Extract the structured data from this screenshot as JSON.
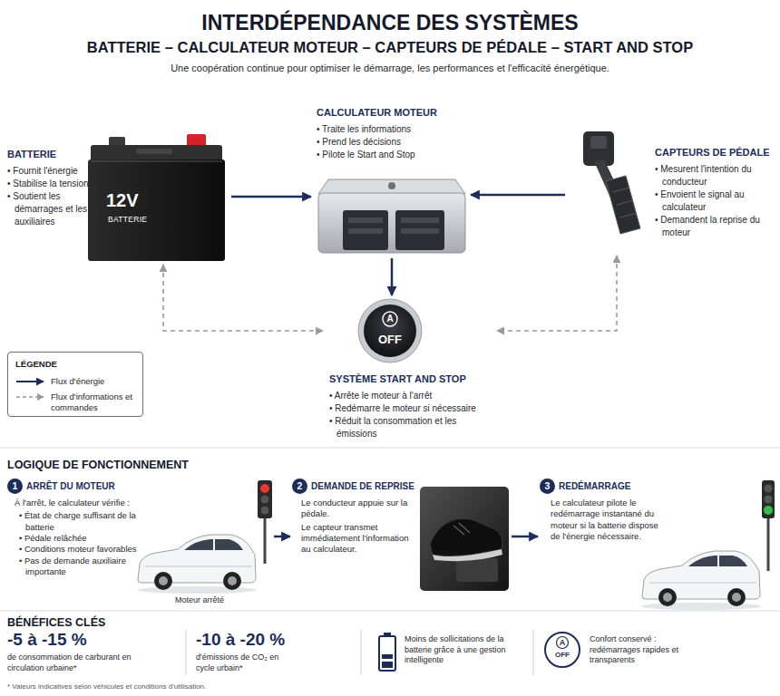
{
  "diagram": {
    "title": "INTERDÉPENDANCE DES SYSTÈMES",
    "nodes": [
      {
        "text": [
          "BATTERIE",
          "• Fournit l'énergie",
          "• Stabilise la tension",
          "• Soutient les démarrages et les auxiliaires"
        ]
      },
      {
        "text": [
          "CALCULATEUR MOTEUR",
          "• Traite les informations",
          "• Prend les décisions",
          "• Pilote le Start and Stop"
        ]
      },
      {
        "text": [
          "CAPTEURS DE PÉDALE",
          "• Mesurent l'intention du conducteur",
          "• Envoient le signal au calculateur",
          "• Demandent la reprise du moteur"
        ]
      },
      {
        "text": [
          "SYSTÈME START AND STOP",
          "• Arrête le moteur à l'arrêt",
          "• Redémarre le moteur si nécessaire",
          "• Réduit la consommation et les émissions"
        ]
      },
      {
        "text": [
          "1",
          "ARRÊT DU MOTEUR",
          "À l'arrêt, le calculateur vérifie :",
          "• État de charge suffisant de la batterie",
          "• Pédale relâchée",
          "• Conditions moteur favorables",
          "• Pas de demande auxiliaire importante"
        ]
      },
      {
        "text": [
          "2",
          "DEMANDE DE REPRISE",
          "Le conducteur appuie sur la pédale.",
          "Le capteur transmet immédiatement l'information au calculateur."
        ]
      },
      {
        "text": [
          "3",
          "REDÉMARRAGE",
          "Le calculateur pilote le redémarrage instantané du moteur si la batterie dispose de l'énergie nécessaire."
        ]
      }
    ],
    "edges": [
      {
        "from": 0,
        "to": 1,
        "arrow": "to"
      },
      {
        "from": 2,
        "to": 1,
        "arrow": "to"
      },
      {
        "from": 1,
        "to": 3,
        "arrow": "to"
      },
      {
        "from": 0,
        "to": 3,
        "arrow": "both"
      },
      {
        "from": 2,
        "to": 3,
        "arrow": "both"
      },
      {
        "from": 4,
        "to": 5,
        "arrow": "to"
      },
      {
        "from": 5,
        "to": 6,
        "arrow": "to"
      }
    ],
    "labels": [
      "BATTERIE – CALCULATEUR MOTEUR – CAPTEURS DE PÉDALE – START AND STOP",
      "Une coopération continue pour optimiser le démarrage, les performances et l'efficacité énergétique.",
      "12V",
      "BATTERIE",
      "A",
      "OFF",
      "LÉGENDE",
      "LOGIQUE DE FONCTIONNEMENT",
      "Moteur arrêté",
      "BÉNÉFICES CLÉS",
      "-5 à -15 %",
      "de consommation de carburant en circulation urbaine*",
      "-10 à -20 %",
      "d'émissions de CO₂ en cycle urbain*",
      "Moins de sollicitations de la batterie grâce à une gestion intelligente",
      "A",
      "OFF",
      "Confort conservé : redémarrages rapides et transparents",
      "* Valeurs indicatives selon véhicules et conditions d'utilisation."
    ],
    "legend": [
      {
        "text": "Flux d'énergie"
      },
      {
        "text": "Flux d'informations et commandes"
      }
    ]
  }
}
